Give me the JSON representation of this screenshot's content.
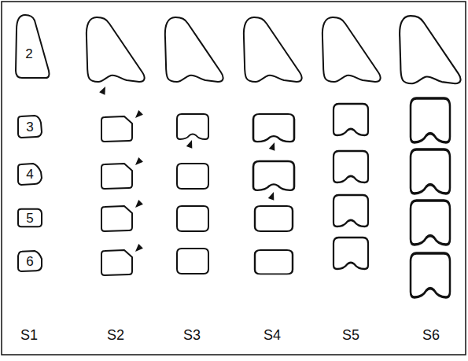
{
  "diagram": {
    "nodes": [
      {
        "text": [
          "2"
        ]
      },
      {
        "text": [
          "3"
        ]
      },
      {
        "text": [
          "4"
        ]
      },
      {
        "text": [
          "5"
        ]
      },
      {
        "text": [
          "6"
        ]
      }
    ],
    "labels": [
      "S1",
      "S2",
      "S3",
      "S4",
      "S5",
      "S6"
    ]
  }
}
